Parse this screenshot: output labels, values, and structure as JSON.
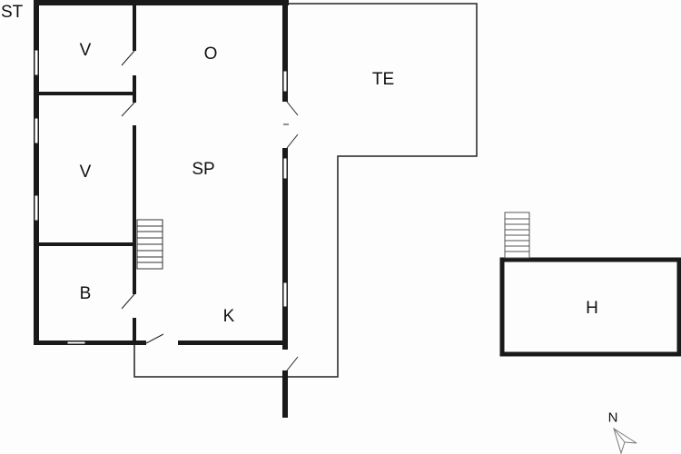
{
  "plan": {
    "type": "floor plan",
    "colors": {
      "wall": "#1a1a1a",
      "background": "#fdfdfd",
      "line": "#222222"
    }
  },
  "labels": {
    "st": "ST",
    "v1": "V",
    "v2": "V",
    "o": "O",
    "sp": "SP",
    "b": "B",
    "k": "K",
    "te": "TE",
    "h": "H",
    "north": "N"
  }
}
